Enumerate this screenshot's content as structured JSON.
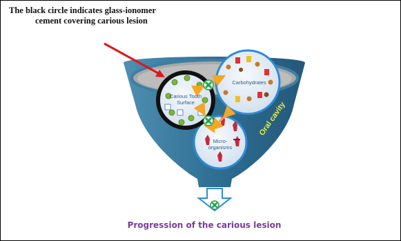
{
  "caption": {
    "line1": "The black circle indicates glass-ionomer",
    "line2": "cement covering carious lesion"
  },
  "diagram": {
    "tooth_label_1": "Carious Tooth",
    "tooth_label_2": "Surface",
    "carb_label": "Carbohydrates",
    "micro_label_1": "Micro-",
    "micro_label_2": "organisms",
    "oral_label": "Oral cavity",
    "bottom_label": "Progression of the carious lesion"
  },
  "colors": {
    "funnel_outer": "#2e6f93",
    "funnel_rim": "#b7b7b7",
    "circle_fill": "#e2ecf6",
    "circle_stroke": "#2e8ad6",
    "arrow_orange": "#f5a623",
    "x_green": "#22a34a",
    "pointer_red": "#e0161b",
    "text_purple": "#7b3b9e",
    "oral_yellow": "#e8f040"
  }
}
